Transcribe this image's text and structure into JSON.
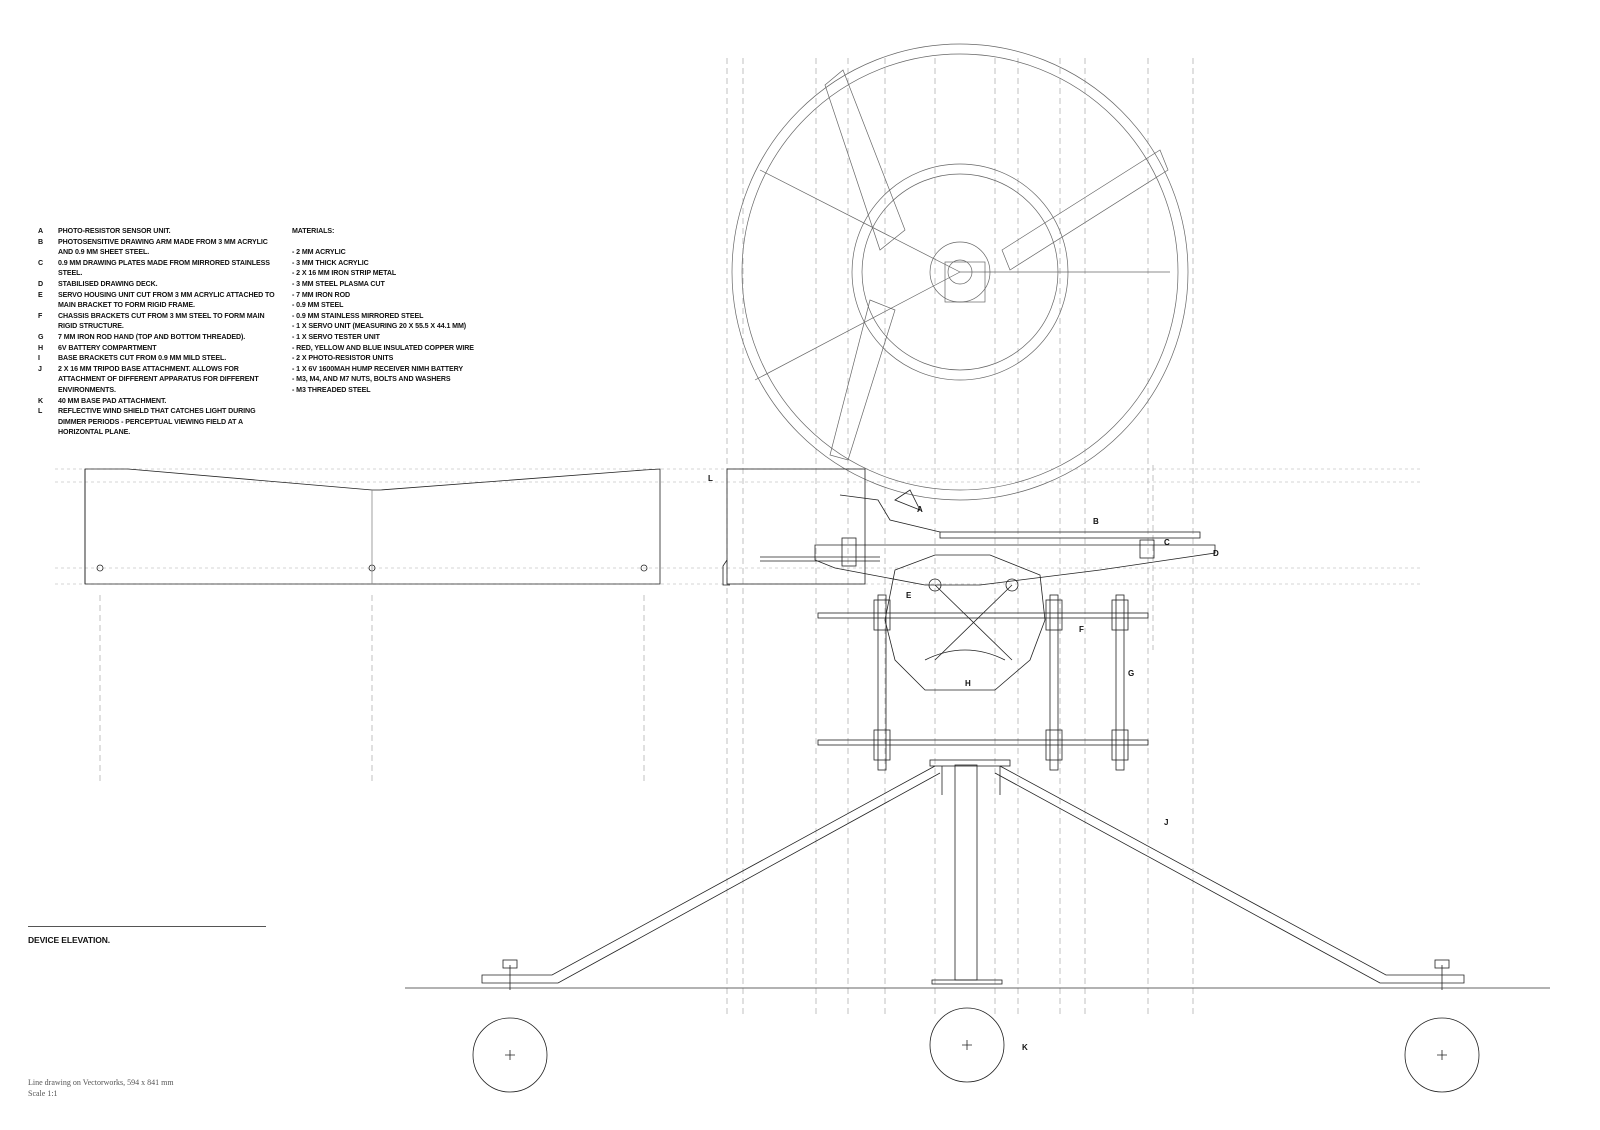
{
  "legend": [
    {
      "letter": "A",
      "text": "PHOTO-RESISTOR SENSOR UNIT."
    },
    {
      "letter": "B",
      "text": "PHOTOSENSITIVE DRAWING ARM MADE FROM 3 MM ACRYLIC AND 0.9 MM SHEET STEEL."
    },
    {
      "letter": "C",
      "text": "0.9 MM DRAWING PLATES MADE FROM MIRRORED STAINLESS STEEL."
    },
    {
      "letter": "D",
      "text": "STABILISED DRAWING DECK."
    },
    {
      "letter": "E",
      "text": "SERVO HOUSING UNIT CUT FROM 3 MM ACRYLIC ATTACHED TO MAIN BRACKET TO FORM RIGID FRAME."
    },
    {
      "letter": "F",
      "text": "CHASSIS BRACKETS CUT FROM 3 MM STEEL TO FORM MAIN RIGID STRUCTURE."
    },
    {
      "letter": "G",
      "text": "7 MM IRON ROD HAND (TOP AND BOTTOM THREADED)."
    },
    {
      "letter": "H",
      "text": "6V BATTERY COMPARTMENT"
    },
    {
      "letter": "I",
      "text": "BASE BRACKETS CUT FROM 0.9 MM MILD STEEL."
    },
    {
      "letter": "J",
      "text": "2 X 16 MM TRIPOD BASE ATTACHMENT. ALLOWS FOR ATTACHMENT OF DIFFERENT APPARATUS FOR DIFFERENT ENVIRONMENTS."
    },
    {
      "letter": "K",
      "text": "40 MM BASE PAD ATTACHMENT."
    },
    {
      "letter": "L",
      "text": "REFLECTIVE WIND SHIELD THAT CATCHES LIGHT DURING DIMMER PERIODS - PERCEPTUAL VIEWING FIELD AT A HORIZONTAL PLANE."
    }
  ],
  "materials": {
    "heading": "MATERIALS:",
    "items": [
      "- 2 MM ACRYLIC",
      "- 3 MM THICK ACRYLIC",
      "- 2 X 16 MM IRON STRIP METAL",
      "- 3 MM STEEL PLASMA CUT",
      "- 7 MM IRON ROD",
      "- 0.9 MM STEEL",
      "- 0.9 MM STAINLESS MIRRORED STEEL",
      "- 1 X SERVO UNIT (MEASURING 20 X 55.5 X 44.1 MM)",
      "- 1 X SERVO TESTER UNIT",
      "- RED, YELLOW AND BLUE INSULATED COPPER WIRE",
      "- 2 X PHOTO-RESISTOR UNITS",
      "- 1 X 6V 1600MAH HUMP RECEIVER NIMH BATTERY",
      "- M3, M4, AND M7 NUTS, BOLTS AND WASHERS",
      "- M3 THREADED STEEL"
    ]
  },
  "caption": {
    "title": "DEVICE ELEVATION.",
    "footnote_line1": "Line drawing on Vectorworks, 594 x 841 mm",
    "footnote_line2": "Scale 1:1"
  },
  "drawing_labels": {
    "a": "A",
    "b": "B",
    "c": "C",
    "d": "D",
    "e": "E",
    "f": "F",
    "g": "G",
    "h": "H",
    "j": "J",
    "k": "K",
    "l": "L"
  }
}
